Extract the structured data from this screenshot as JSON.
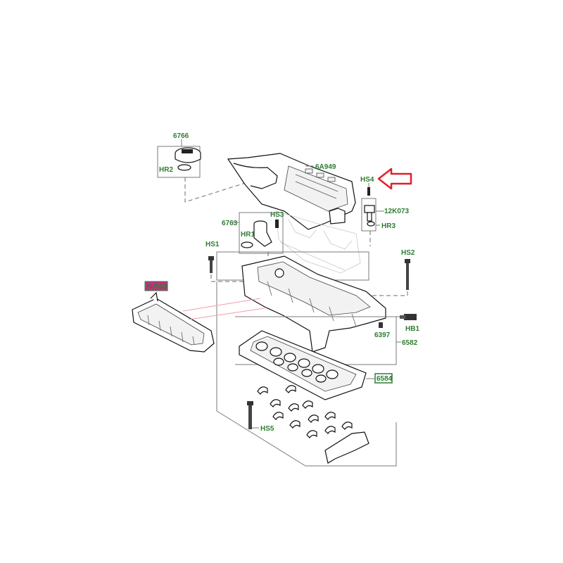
{
  "labels": {
    "cap": "6766",
    "cap_seal": "HR2",
    "engine_cover": "6A949",
    "screw_top": "HS4",
    "sensor": "12K073",
    "sensor_seal": "HR3",
    "filler_neck": "6763",
    "filler_bolt": "HS3",
    "filler_seal": "HR1",
    "bolt_left": "HS1",
    "bolt_right": "HS2",
    "highlighted_part": "8U550",
    "bolt_side": "HB1",
    "plug": "6397",
    "valve_cover": "6582",
    "gasket": "6584",
    "bracket_bolts": "HS5"
  },
  "colors": {
    "label_green": "#2e7d32",
    "highlight_magenta": "#cc2a8a",
    "highlight_green": "#2e7d32",
    "arrow_red": "#e0202a"
  }
}
